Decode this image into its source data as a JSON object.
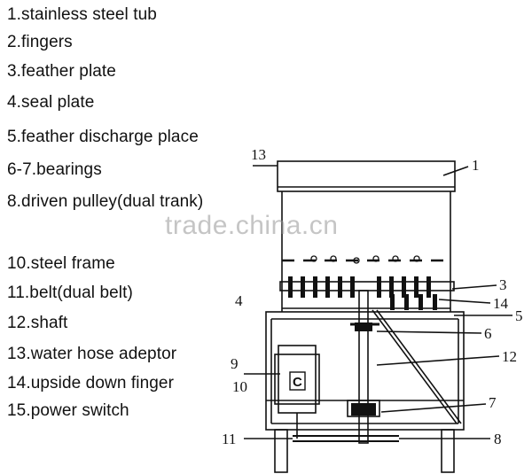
{
  "legend": [
    "1.stainless steel tub",
    "2.fingers",
    "3.feather plate",
    "4.seal plate",
    "5.feather discharge place",
    "6-7.bearings",
    "8.driven pulley(dual trank)",
    "10.steel frame",
    "11.belt(dual belt)",
    "12.shaft",
    "13.water hose adeptor",
    "14.upside down finger",
    "15.power switch"
  ],
  "callouts": [
    "1",
    "13",
    "3",
    "14",
    "5",
    "4",
    "6",
    "12",
    "9",
    "10",
    "7",
    "11",
    "8"
  ],
  "motor_label": "C",
  "watermark": "trade.china.cn",
  "colors": {
    "ink": "#111111",
    "watermark": "#969696"
  }
}
